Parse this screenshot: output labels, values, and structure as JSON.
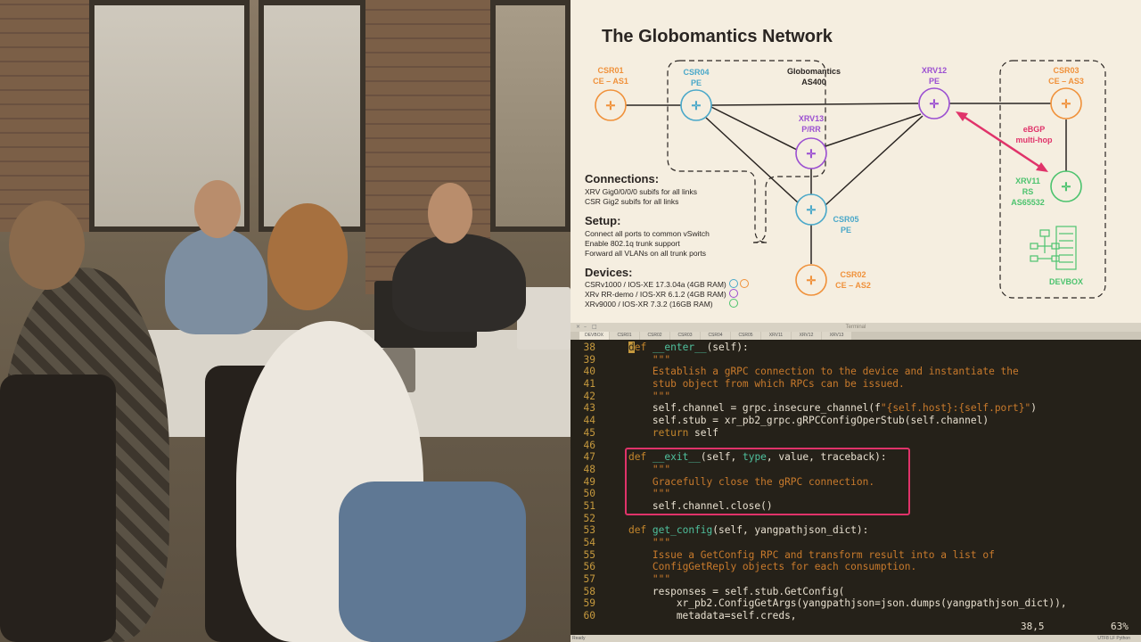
{
  "slide": {
    "title": "The Globomantics Network",
    "cloud_label": [
      "Globomantics",
      "AS400"
    ],
    "nodes": {
      "csr01": [
        "CSR01",
        "CE – AS1"
      ],
      "csr04": [
        "CSR04",
        "PE"
      ],
      "xrv12": [
        "XRV12",
        "PE"
      ],
      "csr03": [
        "CSR03",
        "CE – AS3"
      ],
      "xrv13": [
        "XRV13",
        "P/RR"
      ],
      "csr05": [
        "CSR05",
        "PE"
      ],
      "csr02": [
        "CSR02",
        "CE – AS2"
      ],
      "xrv11": [
        "XRV11",
        "RS",
        "AS65532"
      ],
      "devbox": "DEVBOX"
    },
    "ebgp_label": [
      "eBGP",
      "multi-hop"
    ],
    "connections": {
      "heading": "Connections:",
      "lines": [
        "XRV Gig0/0/0/0 subifs for all links",
        "CSR Gig2 subifs for all links"
      ]
    },
    "setup": {
      "heading": "Setup:",
      "lines": [
        "Connect all ports to common vSwitch",
        "Enable 802.1q trunk support",
        "Forward all VLANs on all trunk ports"
      ]
    },
    "devices": {
      "heading": "Devices:",
      "lines": [
        "CSRv1000 / IOS-XE 17.3.04a (4GB RAM)",
        "XRv RR-demo / IOS-XR 6.1.2 (4GB RAM)",
        "XRv9000 / IOS-XR 7.3.2 (16GB RAM)"
      ]
    },
    "colors": {
      "orange": "#f0913a",
      "blue": "#4aa8c9",
      "purple": "#9b4fd1",
      "green": "#4cc36e",
      "red_arrow": "#e0336a"
    }
  },
  "terminal": {
    "title": "Terminal",
    "tabs": [
      "DEVBOX",
      "CSR01",
      "CSR02",
      "CSR03",
      "CSR04",
      "CSR05",
      "XRV11",
      "XRV12",
      "XRV13"
    ],
    "status_pos": "38,5",
    "status_pct": "63%",
    "bottom_left": "Ready",
    "bottom_right": "UTF8  LF  Python"
  }
}
